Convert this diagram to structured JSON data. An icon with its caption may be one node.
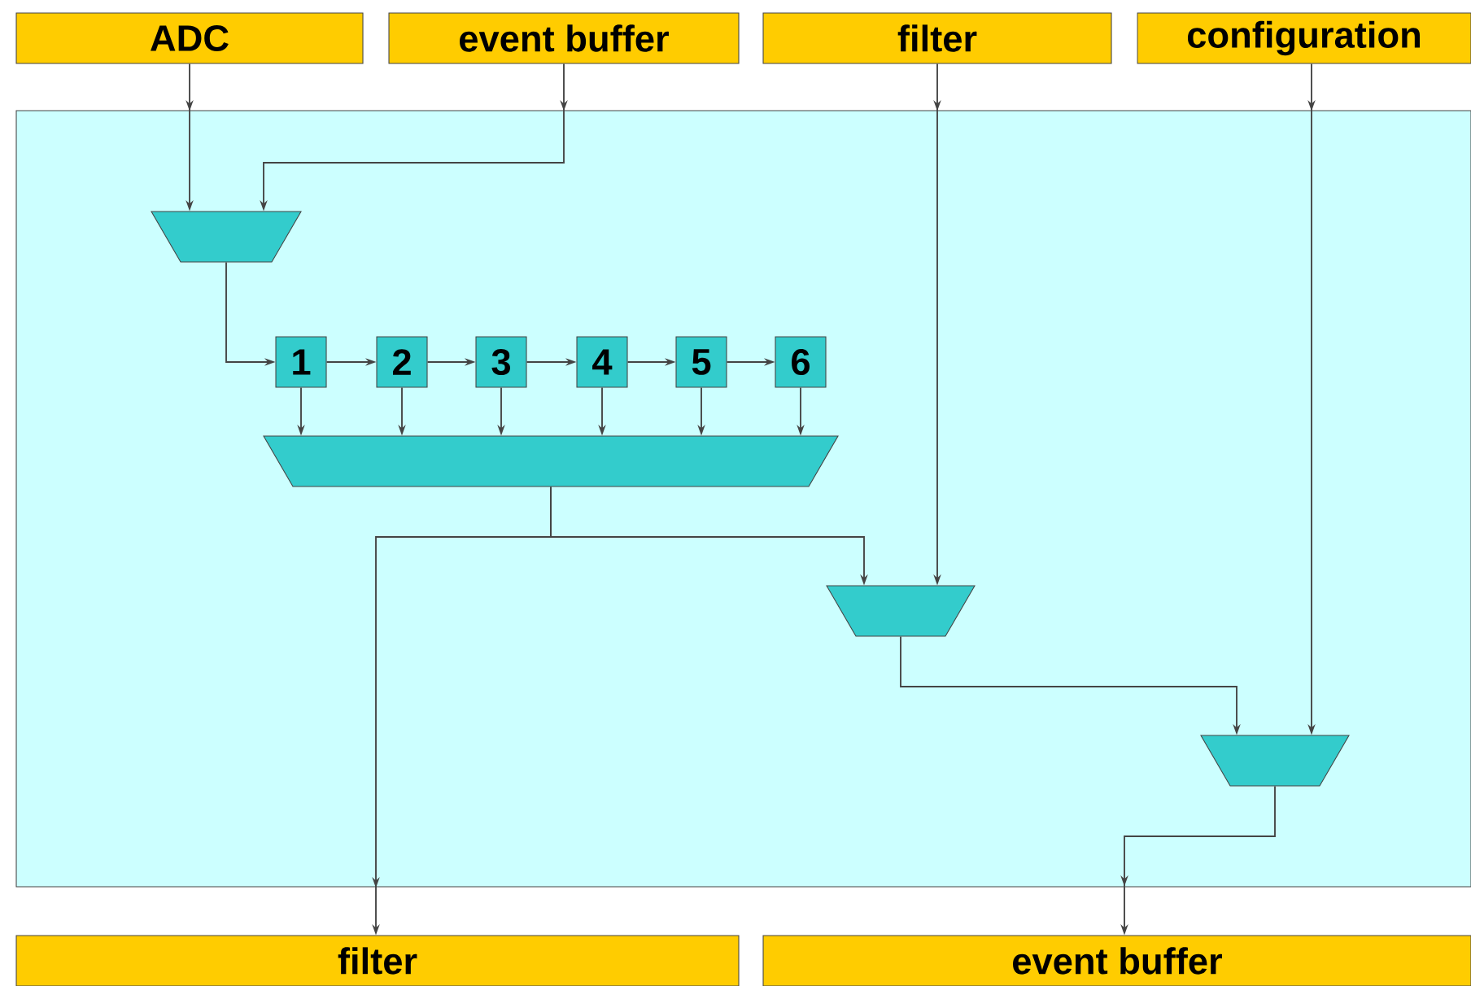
{
  "diagram": {
    "nodes": [
      {
        "text": [
          "ADC"
        ]
      },
      {
        "text": [
          "event buffer"
        ]
      },
      {
        "text": [
          "filter"
        ]
      },
      {
        "text": [
          "configuration"
        ]
      },
      {
        "text": [],
        "shape": "box"
      },
      {
        "text": [],
        "shape": "trapezoid",
        "in": 4
      },
      {
        "text": [
          "1"
        ],
        "in": 4
      },
      {
        "text": [
          "2"
        ],
        "in": 4
      },
      {
        "text": [
          "3"
        ],
        "in": 4
      },
      {
        "text": [
          "4"
        ],
        "in": 4
      },
      {
        "text": [
          "5"
        ],
        "in": 4
      },
      {
        "text": [
          "6"
        ],
        "in": 4
      },
      {
        "text": [],
        "shape": "trapezoid",
        "in": 4
      },
      {
        "text": [],
        "shape": "trapezoid",
        "in": 4
      },
      {
        "text": [],
        "shape": "trapezoid",
        "in": 4
      },
      {
        "text": [
          "filter"
        ]
      },
      {
        "text": [
          "event buffer"
        ]
      }
    ],
    "edges": [
      {
        "from": 0,
        "to": 5,
        "arrow": "to"
      },
      {
        "from": 1,
        "to": 5,
        "arrow": "to"
      },
      {
        "from": 5,
        "to": 6,
        "arrow": "to"
      },
      {
        "from": 6,
        "to": 7,
        "arrow": "to"
      },
      {
        "from": 7,
        "to": 8,
        "arrow": "to"
      },
      {
        "from": 8,
        "to": 9,
        "arrow": "to"
      },
      {
        "from": 9,
        "to": 10,
        "arrow": "to"
      },
      {
        "from": 10,
        "to": 11,
        "arrow": "to"
      },
      {
        "from": 6,
        "to": 12,
        "arrow": "to"
      },
      {
        "from": 7,
        "to": 12,
        "arrow": "to"
      },
      {
        "from": 8,
        "to": 12,
        "arrow": "to"
      },
      {
        "from": 9,
        "to": 12,
        "arrow": "to"
      },
      {
        "from": 10,
        "to": 12,
        "arrow": "to"
      },
      {
        "from": 11,
        "to": 12,
        "arrow": "to"
      },
      {
        "from": 12,
        "to": 15,
        "arrow": "to"
      },
      {
        "from": 12,
        "to": 13,
        "arrow": "to"
      },
      {
        "from": 2,
        "to": 13,
        "arrow": "to"
      },
      {
        "from": 13,
        "to": 14,
        "arrow": "to"
      },
      {
        "from": 3,
        "to": 14,
        "arrow": "to"
      },
      {
        "from": 14,
        "to": 16,
        "arrow": "to"
      }
    ]
  }
}
